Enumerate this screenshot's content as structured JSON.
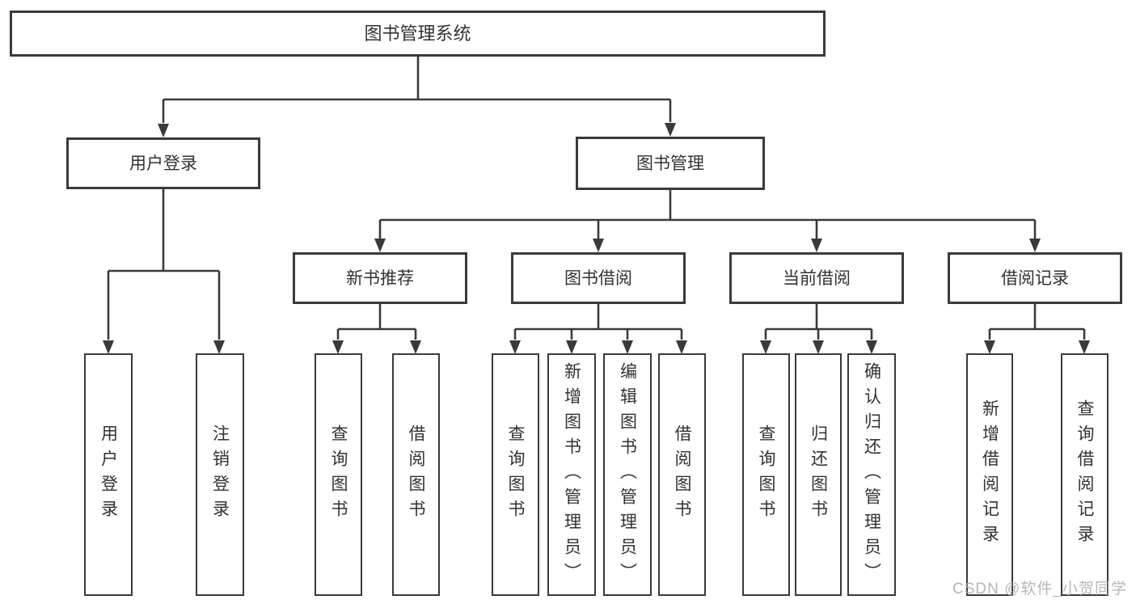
{
  "diagram": {
    "type": "tree-structure-diagram",
    "line_color": "#3a3a3e",
    "text_color": "#323236",
    "box_background": "#ffffff",
    "root": {
      "label": "图书管理系统"
    },
    "branches": [
      {
        "label": "用户登录",
        "children": [
          "用户登录",
          "注销登录"
        ]
      },
      {
        "label": "图书管理",
        "modules": [
          {
            "label": "新书推荐",
            "children": [
              "查询图书",
              "借阅图书"
            ]
          },
          {
            "label": "图书借阅",
            "children": [
              "查询图书",
              "新增图书（管理员）",
              "编辑图书（管理员）",
              "借阅图书"
            ]
          },
          {
            "label": "当前借阅",
            "children": [
              "查询图书",
              "归还图书",
              "确认归还（管理员）"
            ]
          },
          {
            "label": "借阅记录",
            "children": [
              "新增借阅记录",
              "查询借阅记录"
            ]
          }
        ]
      }
    ]
  },
  "watermark": {
    "text": "CSDN @软件_小贺同学",
    "color": "#adadad"
  }
}
